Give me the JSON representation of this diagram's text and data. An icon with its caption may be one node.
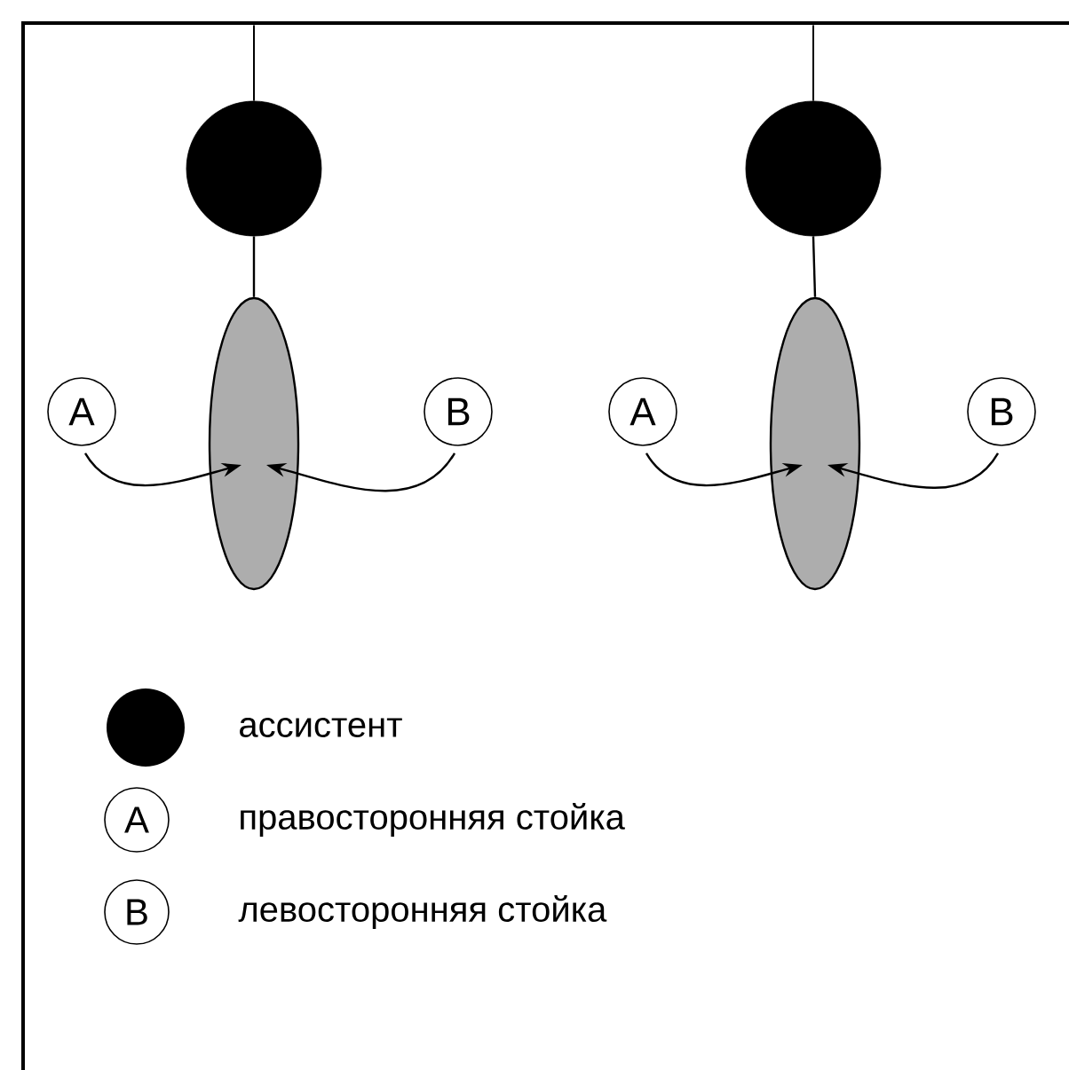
{
  "diagram": {
    "nodes": [
      {
        "text": [],
        "shape": "circle"
      },
      {
        "text": [],
        "shape": "ellipse"
      },
      {
        "text": [
          "A"
        ]
      },
      {
        "text": [
          "B"
        ]
      },
      {
        "text": [],
        "shape": "circle"
      },
      {
        "text": [],
        "shape": "ellipse"
      },
      {
        "text": [
          "A"
        ]
      },
      {
        "text": [
          "B"
        ]
      },
      {
        "text": [],
        "shape": "bar"
      }
    ],
    "edges": [
      {
        "from": 8,
        "to": 0,
        "arrow": "none"
      },
      {
        "from": 8,
        "to": 4,
        "arrow": "none"
      },
      {
        "from": 0,
        "to": 1,
        "arrow": "none"
      },
      {
        "from": 2,
        "to": 1,
        "arrow": "to"
      },
      {
        "from": 3,
        "to": 1,
        "arrow": "to"
      },
      {
        "from": 4,
        "to": 5,
        "arrow": "none"
      },
      {
        "from": 6,
        "to": 5,
        "arrow": "to"
      },
      {
        "from": 7,
        "to": 5,
        "arrow": "to"
      }
    ],
    "labels": [
      "A",
      "B"
    ],
    "legend": [
      {
        "text": "ассистент"
      },
      {
        "text": "правосторонняя стойка"
      },
      {
        "text": "левосторонняя стойка"
      }
    ]
  }
}
